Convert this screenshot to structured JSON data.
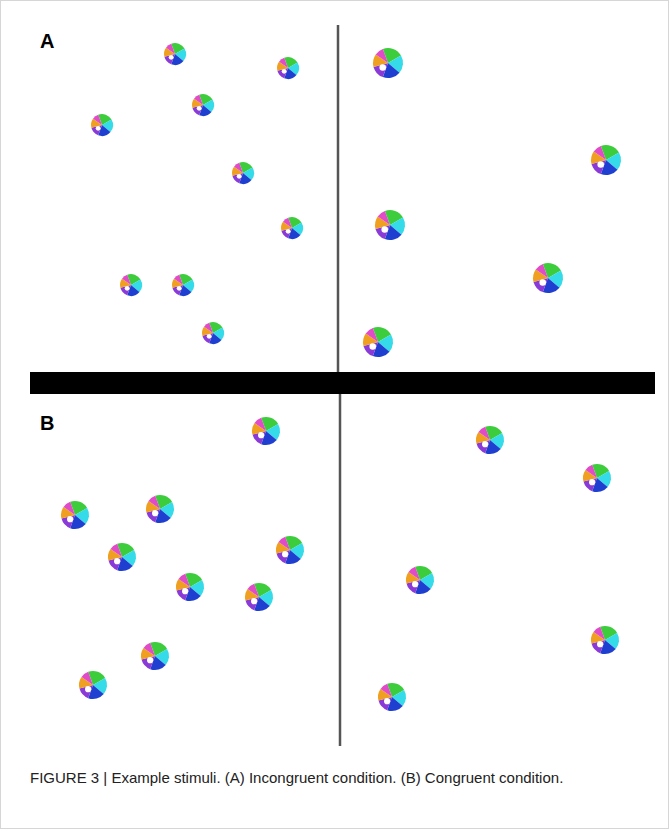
{
  "diagram": {
    "caption": "FIGURE 3 | Example stimuli. (A) Incongruent condition. (B) Congruent condition.",
    "labels": [
      "A",
      "B"
    ]
  }
}
